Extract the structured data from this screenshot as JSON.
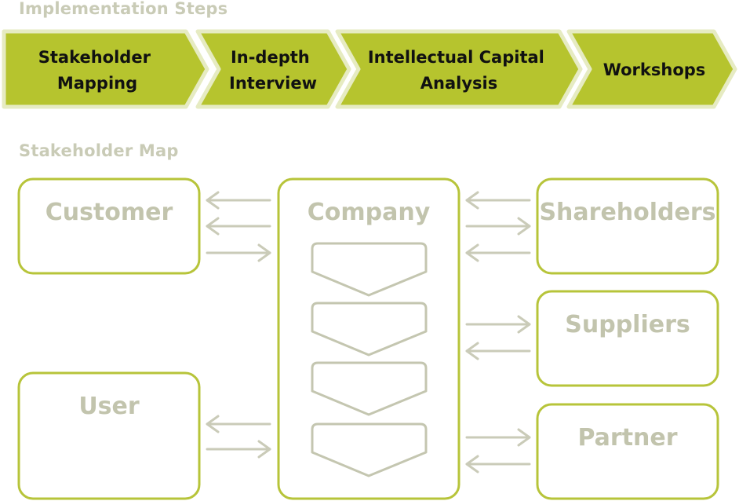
{
  "section_titles": {
    "implementation": "Implementation Steps",
    "map": "Stakeholder Map"
  },
  "steps": [
    {
      "lines": [
        "Stakeholder",
        "Mapping"
      ]
    },
    {
      "lines": [
        "In-depth",
        "Interview"
      ]
    },
    {
      "lines": [
        "Intellectual Capital",
        "Analysis"
      ]
    },
    {
      "lines": [
        "Workshops"
      ]
    }
  ],
  "nodes": {
    "customer": "Customer",
    "company": "Company",
    "shareholders": "Shareholders",
    "suppliers": "Suppliers",
    "user": "User",
    "partner": "Partner"
  },
  "colors": {
    "step_fill": "#b6c42e",
    "step_border": "#e6ebc2",
    "box_border": "#b7c43a",
    "muted_text": "#c2c4ad",
    "arrow": "#cacbb8",
    "chevron": "#c4c6b0"
  }
}
